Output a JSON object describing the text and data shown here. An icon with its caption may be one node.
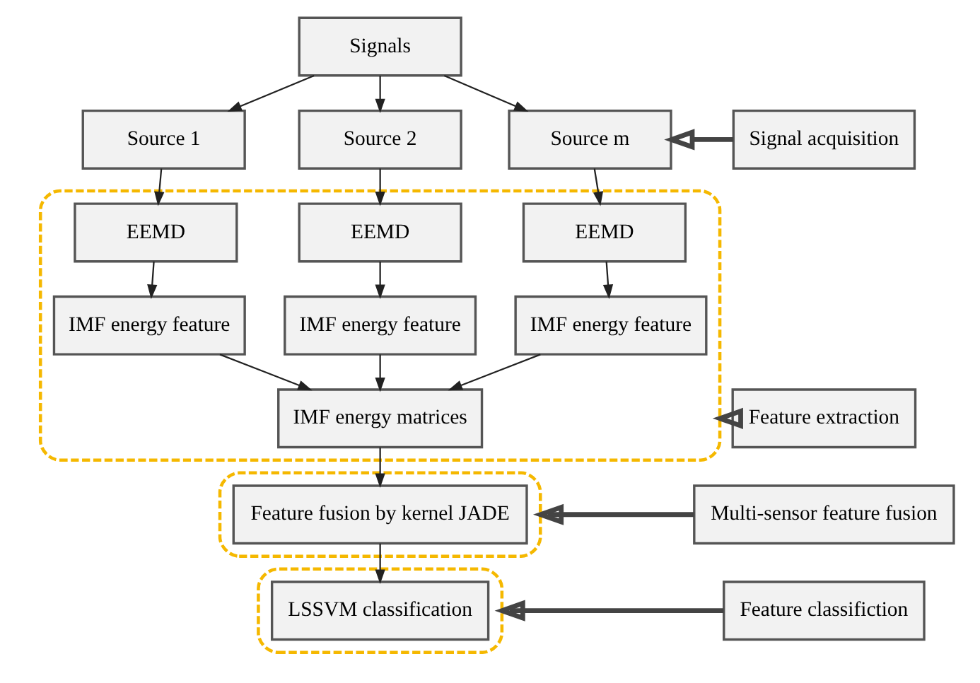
{
  "diagram": {
    "nodes": [
      {
        "text": [
          "Signals"
        ]
      },
      {
        "text": [
          "Source 1"
        ]
      },
      {
        "text": [
          "Source 2"
        ]
      },
      {
        "text": [
          "Source m"
        ]
      },
      {
        "text": [
          "Signal acquisition"
        ]
      },
      {
        "text": [],
        "shape": "box"
      },
      {
        "text": [
          "EEMD"
        ],
        "in": 5
      },
      {
        "text": [
          "EEMD"
        ],
        "in": 5
      },
      {
        "text": [
          "EEMD"
        ],
        "in": 5
      },
      {
        "text": [
          "IMF energy feature"
        ],
        "in": 5
      },
      {
        "text": [
          "IMF energy feature"
        ],
        "in": 5
      },
      {
        "text": [
          "IMF energy feature"
        ],
        "in": 5
      },
      {
        "text": [
          "Feature extraction"
        ]
      },
      {
        "text": [
          "IMF energy matrices"
        ],
        "in": 5
      },
      {
        "text": [],
        "shape": "box"
      },
      {
        "text": [
          "Feature fusion by kernel JADE"
        ],
        "in": 14
      },
      {
        "text": [
          "Multi-sensor feature fusion"
        ]
      },
      {
        "text": [],
        "shape": "box"
      },
      {
        "text": [
          "LSSVM classification"
        ],
        "in": 17
      },
      {
        "text": [
          "Feature classifiction"
        ]
      }
    ],
    "edges": [
      {
        "from": 0,
        "to": 1,
        "arrow": "to"
      },
      {
        "from": 0,
        "to": 2,
        "arrow": "to"
      },
      {
        "from": 0,
        "to": 3,
        "arrow": "to"
      },
      {
        "from": 1,
        "to": 6,
        "arrow": "to"
      },
      {
        "from": 2,
        "to": 7,
        "arrow": "to"
      },
      {
        "from": 3,
        "to": 8,
        "arrow": "to"
      },
      {
        "from": 6,
        "to": 9,
        "arrow": "to"
      },
      {
        "from": 7,
        "to": 10,
        "arrow": "to"
      },
      {
        "from": 8,
        "to": 11,
        "arrow": "to"
      },
      {
        "from": 9,
        "to": 13,
        "arrow": "to"
      },
      {
        "from": 10,
        "to": 13,
        "arrow": "to"
      },
      {
        "from": 11,
        "to": 13,
        "arrow": "to"
      },
      {
        "from": 13,
        "to": 15,
        "arrow": "to"
      },
      {
        "from": 15,
        "to": 18,
        "arrow": "to"
      },
      {
        "from": 4,
        "to": 3,
        "arrow": "to",
        "style": "thick"
      },
      {
        "from": 12,
        "to": 5,
        "arrow": "to",
        "style": "thick"
      },
      {
        "from": 16,
        "to": 14,
        "arrow": "to",
        "style": "thick"
      },
      {
        "from": 19,
        "to": 17,
        "arrow": "to",
        "style": "thick"
      }
    ]
  }
}
